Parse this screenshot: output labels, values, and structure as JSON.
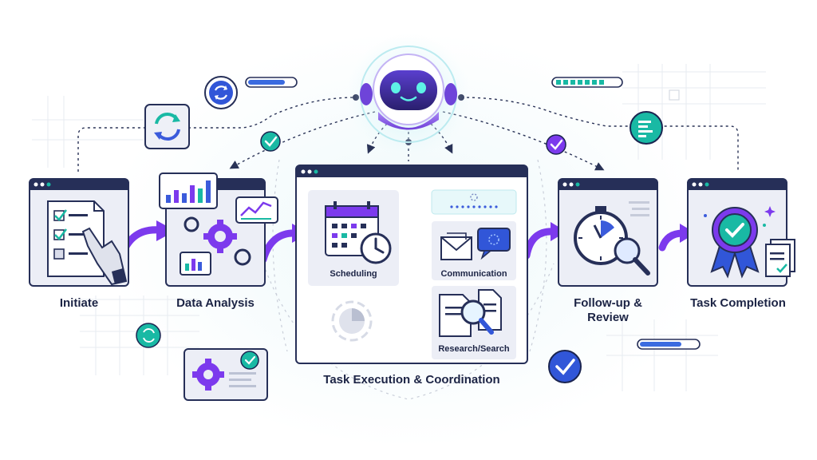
{
  "stages": {
    "initiate": "Initiate",
    "data_analysis": "Data Analysis",
    "task_execution": "Task Execution & Coordination",
    "follow_up_line1": "Follow-up &",
    "follow_up_line2": "Review",
    "task_completion": "Task Completion"
  },
  "subtasks": {
    "scheduling": "Scheduling",
    "communication": "Communication",
    "research": "Research/Search"
  },
  "icons": [
    "refresh-icon",
    "sync-icon",
    "check-icon",
    "robot-icon",
    "document-icon",
    "list-icon",
    "checklist-icon",
    "robot-hand-icon",
    "bar-chart-icon",
    "gear-icon",
    "calendar-icon",
    "clock-icon",
    "envelope-icon",
    "chat-bubble-icon",
    "magnifier-icon",
    "stopwatch-icon",
    "award-badge-icon",
    "pie-chart-icon",
    "arrow-icon"
  ],
  "colors": {
    "navy": "#262f58",
    "purple": "#7c3aed",
    "teal": "#19b9a4",
    "blue": "#3b5bdb",
    "panel": "#eceef6"
  }
}
